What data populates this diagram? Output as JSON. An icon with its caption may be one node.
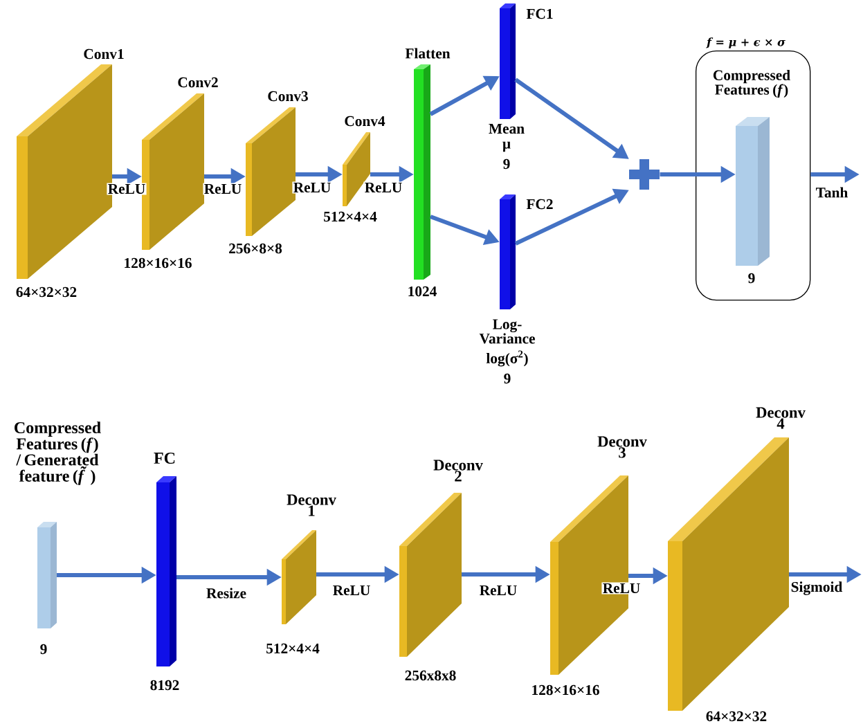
{
  "diagram": {
    "nodes": [
      {
        "text": [
          "Conv1",
          "64×32×32"
        ]
      },
      {
        "text": [
          "Conv2",
          "128×16×16"
        ]
      },
      {
        "text": [
          "Conv3",
          "256×8×8"
        ]
      },
      {
        "text": [
          "Conv4",
          "512×4×4"
        ]
      },
      {
        "text": [
          "Flatten",
          "1024"
        ]
      },
      {
        "text": [
          "FC1",
          "Mean",
          "μ",
          "9"
        ]
      },
      {
        "text": [
          "FC2",
          "Log-Variance",
          "log(σ$^{2}$)",
          "9"
        ]
      },
      {
        "text": [],
        "shape": "plus"
      },
      {
        "text": [
          "*f* = *μ* + *ϵ* × *σ*",
          "Compressed Features (*f*)"
        ]
      },
      {
        "text": [
          "9"
        ],
        "in": 8
      },
      {
        "text": [
          "Compressed Features (*f*) / Generated feature (*f̃*)",
          "9"
        ]
      },
      {
        "text": [
          "FC",
          "8192"
        ]
      },
      {
        "text": [
          "Deconv 1",
          "512×4×4"
        ]
      },
      {
        "text": [
          "Deconv 2",
          "256x8x8"
        ]
      },
      {
        "text": [
          "Deconv 3",
          "128×16×16"
        ]
      },
      {
        "text": [
          "Deconv 4",
          "64×32×32"
        ]
      }
    ],
    "edges": [
      {
        "from": 0,
        "to": 1,
        "arrow": "to",
        "label": "ReLU"
      },
      {
        "from": 1,
        "to": 2,
        "arrow": "to",
        "label": "ReLU"
      },
      {
        "from": 2,
        "to": 3,
        "arrow": "to",
        "label": "ReLU"
      },
      {
        "from": 3,
        "to": 4,
        "arrow": "to",
        "label": "ReLU"
      },
      {
        "from": 4,
        "to": 5,
        "arrow": "to"
      },
      {
        "from": 4,
        "to": 6,
        "arrow": "to"
      },
      {
        "from": 5,
        "to": 7,
        "arrow": "to"
      },
      {
        "from": 6,
        "to": 7,
        "arrow": "to"
      },
      {
        "from": 7,
        "to": 9,
        "arrow": "to"
      },
      {
        "from": 8,
        "to": null,
        "arrow": "to",
        "label": "Tanh"
      },
      {
        "from": 10,
        "to": 11,
        "arrow": "to"
      },
      {
        "from": 11,
        "to": 12,
        "arrow": "to",
        "label": "Resize"
      },
      {
        "from": 12,
        "to": 13,
        "arrow": "to",
        "label": "ReLU"
      },
      {
        "from": 13,
        "to": 14,
        "arrow": "to",
        "label": "ReLU"
      },
      {
        "from": 14,
        "to": 15,
        "arrow": "to",
        "label": "ReLU"
      },
      {
        "from": 15,
        "to": null,
        "arrow": "to",
        "label": "Sigmoid"
      }
    ]
  }
}
